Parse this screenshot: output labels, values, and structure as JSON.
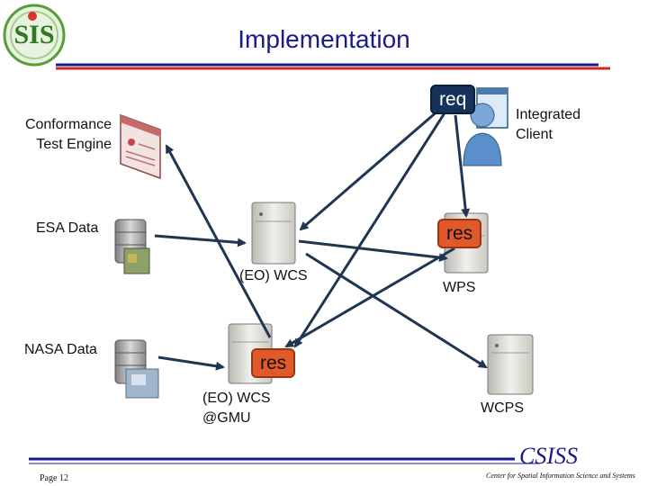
{
  "logo": {
    "text": "SIS"
  },
  "title": "Implementation",
  "nodes": {
    "conformance": "Conformance\nTest Engine",
    "integrated": "Integrated\nClient",
    "esa": "ESA Data",
    "nasa": "NASA Data",
    "eo_wcs": "(EO) WCS",
    "eo_wcs_gmu": "(EO) WCS\n@GMU",
    "wps": "WPS",
    "wcps": "WCPS"
  },
  "badges": {
    "req": "req",
    "res_wps": "res",
    "res_gmu": "res"
  },
  "footer": {
    "brand": "CSISS",
    "org": "Center for Spatial Information Science and Systems",
    "page": "Page 12"
  },
  "colors": {
    "title": "#1a1a8c",
    "arrow": "#1f3550",
    "rule_red": "#cc2a2a",
    "rule_blue": "#1a1a8c",
    "req": "#15335a",
    "res": "#e0592a"
  }
}
